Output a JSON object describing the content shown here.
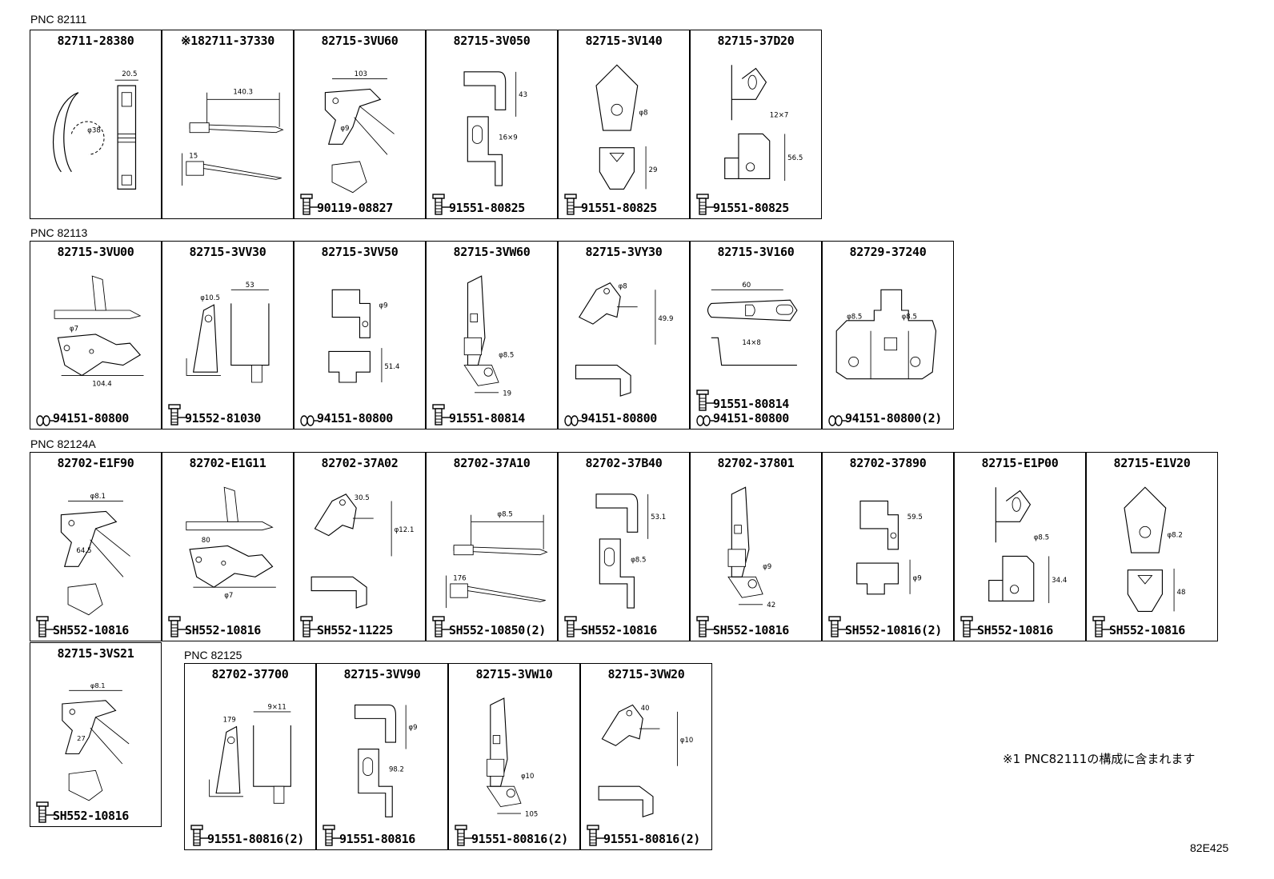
{
  "sections": [
    {
      "label": "PNC 82111",
      "parts": [
        {
          "pn": "82711-28380",
          "fasteners": [],
          "dims": [
            "20.5",
            "φ38"
          ]
        },
        {
          "pn": "※182711-37330",
          "fasteners": [],
          "dims": [
            "140.3",
            "15"
          ]
        },
        {
          "pn": "82715-3VU60",
          "fasteners": [
            "90119-08827"
          ],
          "dims": [
            "103",
            "φ9"
          ]
        },
        {
          "pn": "82715-3V050",
          "fasteners": [
            "91551-80825"
          ],
          "dims": [
            "43",
            "16×9"
          ]
        },
        {
          "pn": "82715-3V140",
          "fasteners": [
            "91551-80825"
          ],
          "dims": [
            "φ8",
            "29"
          ]
        },
        {
          "pn": "82715-37D20",
          "fasteners": [
            "91551-80825"
          ],
          "dims": [
            "12×7",
            "56.5"
          ]
        }
      ]
    },
    {
      "label": "PNC 82113",
      "parts": [
        {
          "pn": "82715-3VU00",
          "fasteners": [
            "94151-80800"
          ],
          "dims": [
            "φ7",
            "104.4"
          ]
        },
        {
          "pn": "82715-3VV30",
          "fasteners": [
            "91552-81030"
          ],
          "dims": [
            "φ10.5",
            "53"
          ]
        },
        {
          "pn": "82715-3VV50",
          "fasteners": [
            "94151-80800"
          ],
          "dims": [
            "φ9",
            "51.4"
          ]
        },
        {
          "pn": "82715-3VW60",
          "fasteners": [
            "91551-80814"
          ],
          "dims": [
            "φ8.5",
            "19"
          ]
        },
        {
          "pn": "82715-3VY30",
          "fasteners": [
            "94151-80800"
          ],
          "dims": [
            "φ8",
            "49.9"
          ]
        },
        {
          "pn": "82715-3V160",
          "fasteners": [
            "91551-80814",
            "94151-80800"
          ],
          "dims": [
            "60",
            "14×8"
          ]
        },
        {
          "pn": "82729-37240",
          "fasteners": [
            "94151-80800(2)"
          ],
          "dims": [
            "φ8.5",
            "φ8.5"
          ]
        }
      ]
    },
    {
      "label": "PNC 82124A",
      "parts": [
        {
          "pn": "82702-E1F90",
          "fasteners": [
            "SH552-10816"
          ],
          "dims": [
            "φ8.1",
            "64.5"
          ]
        },
        {
          "pn": "82702-E1G11",
          "fasteners": [
            "SH552-10816"
          ],
          "dims": [
            "80",
            "φ7"
          ]
        },
        {
          "pn": "82702-37A02",
          "fasteners": [
            "SH552-11225"
          ],
          "dims": [
            "30.5",
            "φ12.1"
          ]
        },
        {
          "pn": "82702-37A10",
          "fasteners": [
            "SH552-10850(2)"
          ],
          "dims": [
            "φ8.5",
            "176"
          ]
        },
        {
          "pn": "82702-37B40",
          "fasteners": [
            "SH552-10816"
          ],
          "dims": [
            "53.1",
            "φ8.5"
          ]
        },
        {
          "pn": "82702-37801",
          "fasteners": [
            "SH552-10816"
          ],
          "dims": [
            "φ9",
            "42"
          ]
        },
        {
          "pn": "82702-37890",
          "fasteners": [
            "SH552-10816(2)"
          ],
          "dims": [
            "59.5",
            "φ9"
          ]
        },
        {
          "pn": "82715-E1P00",
          "fasteners": [
            "SH552-10816"
          ],
          "dims": [
            "φ8.5",
            "34.4"
          ]
        },
        {
          "pn": "82715-E1V20",
          "fasteners": [
            "SH552-10816"
          ],
          "dims": [
            "φ8.2",
            "48"
          ]
        },
        {
          "pn": "82715-3VS21",
          "fasteners": [
            "SH552-10816"
          ],
          "dims": [
            "φ8.1",
            "27"
          ]
        }
      ]
    },
    {
      "label": "PNC 82125",
      "parts": [
        {
          "pn": "82702-37700",
          "fasteners": [
            "91551-80816(2)"
          ],
          "dims": [
            "179",
            "9×11"
          ]
        },
        {
          "pn": "82715-3VV90",
          "fasteners": [
            "91551-80816"
          ],
          "dims": [
            "φ9",
            "98.2"
          ]
        },
        {
          "pn": "82715-3VW10",
          "fasteners": [
            "91551-80816(2)"
          ],
          "dims": [
            "φ10",
            "105"
          ]
        },
        {
          "pn": "82715-3VW20",
          "fasteners": [
            "91551-80816(2)"
          ],
          "dims": [
            "40",
            "φ10"
          ]
        }
      ]
    }
  ],
  "note": "※1 PNC82111の構成に含まれます",
  "illustration_code": "82E425"
}
